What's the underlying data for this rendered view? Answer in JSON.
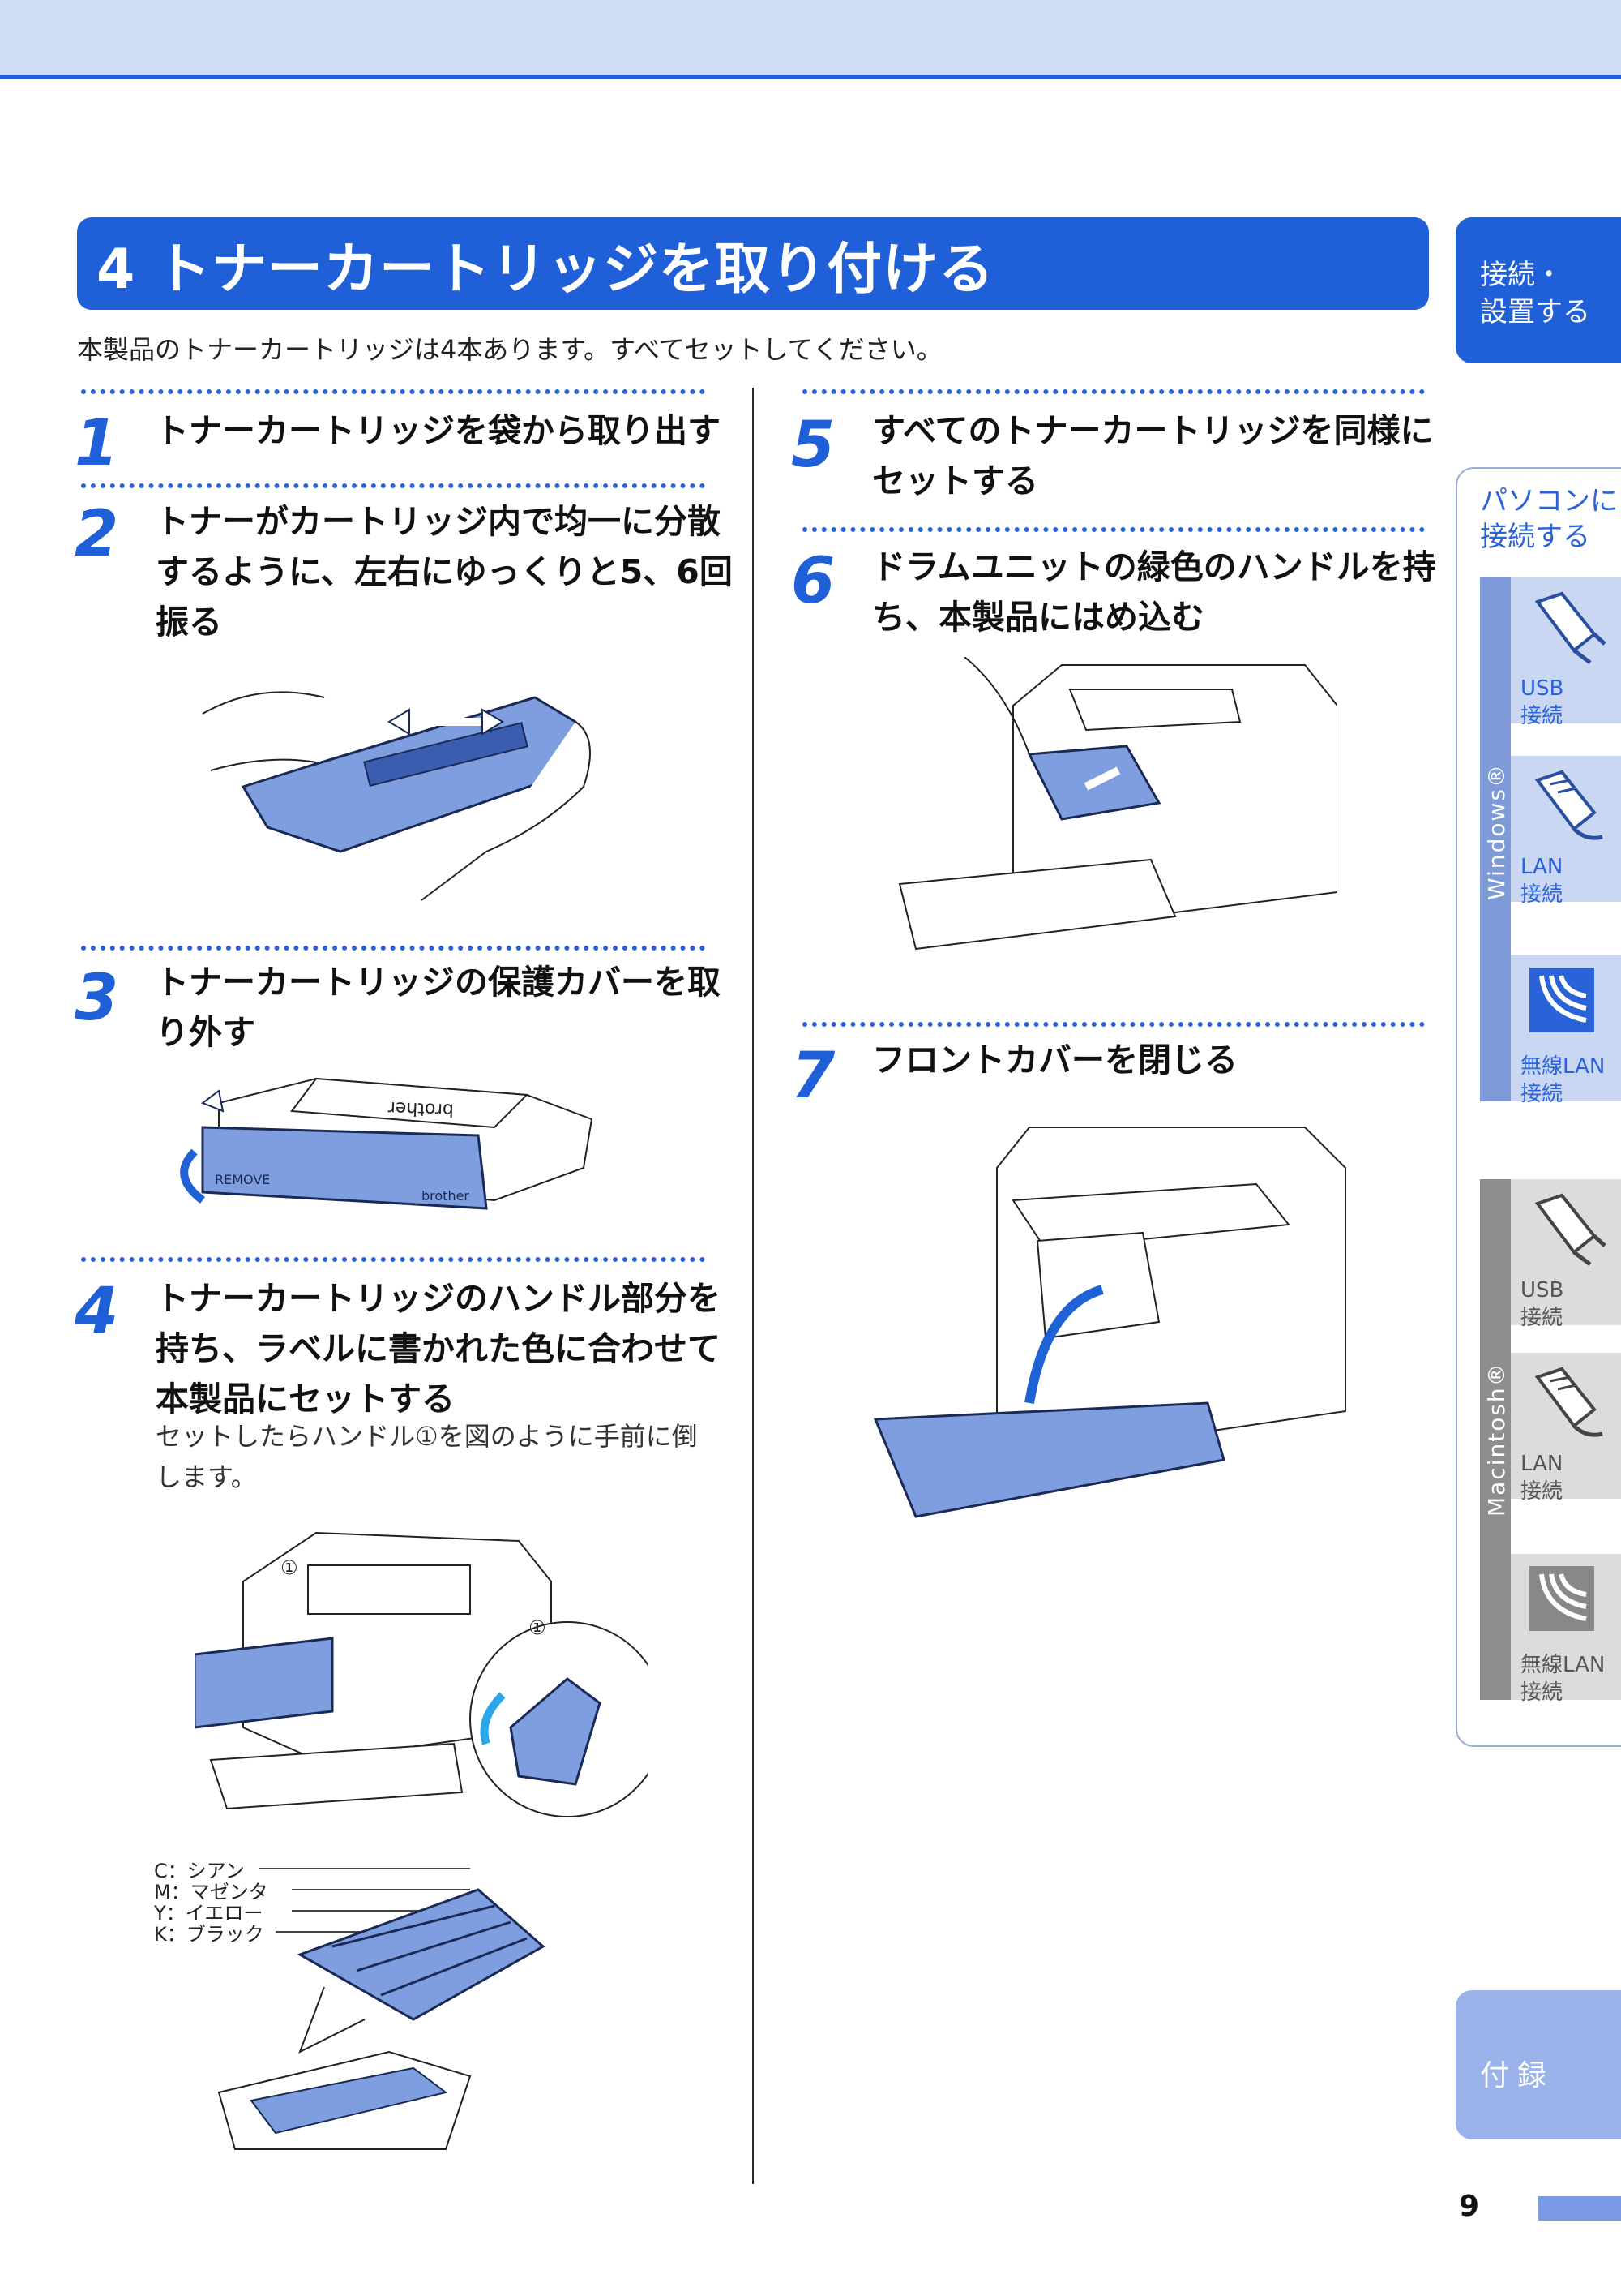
{
  "title": "4 トナーカートリッジを取り付ける",
  "intro": "本製品のトナーカートリッジは4本あります。すべてセットしてください。",
  "steps": [
    {
      "num": "1",
      "text": "トナーカートリッジを袋から取り出す"
    },
    {
      "num": "2",
      "line1": "トナーがカートリッジ内で均一に分散",
      "line2": "するように、左右にゆっくりと5、6回",
      "line3": "振る"
    },
    {
      "num": "3",
      "line1": "トナーカートリッジの保護カバーを取",
      "line2": "り外す"
    },
    {
      "num": "4",
      "line1": "トナーカートリッジのハンドル部分を",
      "line2": "持ち、ラベルに書かれた色に合わせて",
      "line3": "本製品にセットする",
      "sub1": "セットしたらハンドル①を図のように手前に倒",
      "sub2": "します。"
    },
    {
      "num": "5",
      "line1": "すべてのトナーカートリッジを同様に",
      "line2": "セットする"
    },
    {
      "num": "6",
      "line1": "ドラムユニットの緑色のハンドルを持",
      "line2": "ち、本製品にはめ込む"
    },
    {
      "num": "7",
      "text": "フロントカバーを閉じる"
    }
  ],
  "callouts": {
    "handle": "①",
    "c": "C：シアン",
    "m": "M：マゼンタ",
    "y": "Y：イエロー",
    "k": "K：ブラック"
  },
  "cartridge_labels": {
    "brand": "brother",
    "remove": "REMOVE"
  },
  "sidebar": {
    "main_tab_line1": "接続・",
    "main_tab_line2": "設置する",
    "group_line1": "パソコンに",
    "group_line2": "接続する",
    "windows": "Windows®",
    "mac": "Macintosh®",
    "items_win": [
      {
        "line1": "USB",
        "line2": "接続"
      },
      {
        "line1": "LAN",
        "line2": "接続"
      },
      {
        "line1": "無線LAN",
        "line2": "接続"
      }
    ],
    "items_mac": [
      {
        "line1": "USB",
        "line2": "接続"
      },
      {
        "line1": "LAN",
        "line2": "接続"
      },
      {
        "line1": "無線LAN",
        "line2": "接続"
      }
    ],
    "appendix": "付録"
  },
  "page_number": "9",
  "colors": {
    "accent": "#1f5fd8",
    "light_band": "#cfdcf6",
    "illus_blue": "#7f9ee0"
  }
}
